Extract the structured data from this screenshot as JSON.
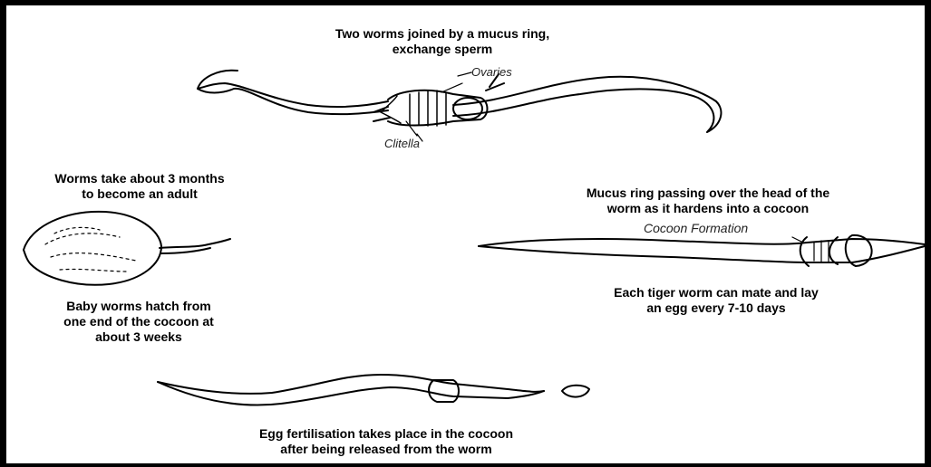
{
  "captions": {
    "mating": "Two worms joined by a mucus ring,\nexchange sperm",
    "adult": "Worms take about 3 months\nto become an adult",
    "mucus_ring": "Mucus ring passing over the head of the\nworm as it hardens into a cocoon",
    "hatch": "Baby worms hatch from\none end of the cocoon at\nabout 3 weeks",
    "mate_lay": "Each tiger worm can mate and lay\nan egg every 7-10 days",
    "fertilisation": "Egg fertilisation takes place in the cocoon\nafter being released from  the worm"
  },
  "labels": {
    "ovaries": "Ovaries",
    "clitella": "Clitella",
    "cocoon_formation": "Cocoon Formation"
  },
  "colors": {
    "border": "#000000",
    "background": "#ffffff",
    "ink": "#000000"
  }
}
